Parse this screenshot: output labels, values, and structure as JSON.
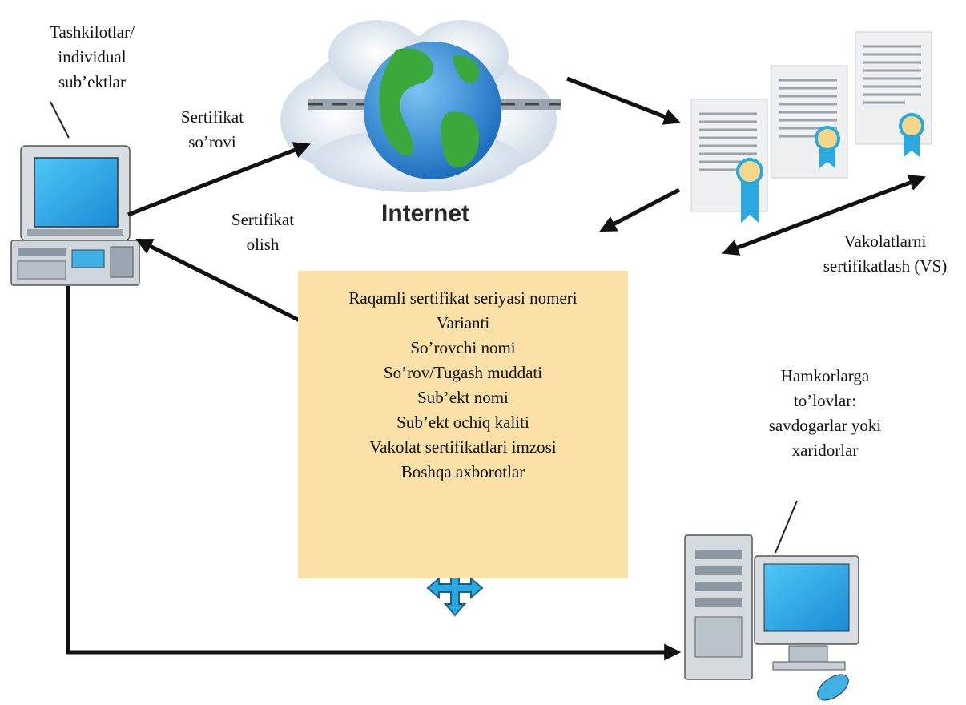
{
  "labels": {
    "organizations": [
      "Tashkilotlar/",
      "individual",
      "sub’ektlar"
    ],
    "request": [
      "Sertifikat",
      "so’rovi"
    ],
    "receive": [
      "Sertifikat",
      "olish"
    ],
    "internet": "Internet",
    "ca": [
      "Vakolatlarni",
      "sertifikatlash (VS)"
    ],
    "partners": [
      "Hamkorlarga",
      "to’lovlar:",
      "savdogarlar yoki",
      "xaridorlar"
    ]
  },
  "certificate_fields": [
    "Raqamli sertifikat seriyasi nomeri",
    "Varianti",
    "So’rovchi nomi",
    "So’rov/Tugash muddati",
    "Sub’ekt nomi",
    "Sub’ekt ochiq kaliti",
    "Vakolat sertifikatlari imzosi",
    "Boshqa axborotlar"
  ],
  "colors": {
    "certificate_background": "#fbe0a8",
    "arrow": "#111111",
    "cloud": "#d9e4ef",
    "globe_ocean": "#2f86d6",
    "globe_land": "#3aa83a",
    "ribbon": "#29a9e0",
    "seal": "#f4d78a"
  },
  "icons": {
    "workstation": "desktop-computer-icon",
    "internet": "globe-cloud-icon",
    "certificates": "certificate-documents-icon",
    "server": "server-computer-icon",
    "move": "move-arrows-icon"
  }
}
